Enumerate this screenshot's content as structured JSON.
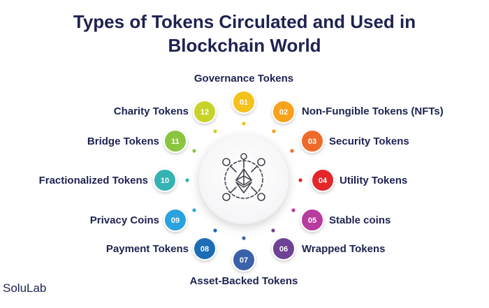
{
  "title_line1": "Types of Tokens Circulated and Used in",
  "title_line2": "Blockchain World",
  "brand": "SoluLab",
  "center_icon": "ethereum-network-icon",
  "tokens": [
    {
      "num": "01",
      "label": "Governance Tokens",
      "color": "#f5c11b"
    },
    {
      "num": "02",
      "label": "Non-Fungible Tokens (NFTs)",
      "color": "#f7a21b"
    },
    {
      "num": "03",
      "label": "Security Tokens",
      "color": "#ef6a2a"
    },
    {
      "num": "04",
      "label": "Utility Tokens",
      "color": "#e4262b"
    },
    {
      "num": "05",
      "label": "Stable coins",
      "color": "#b83a9e"
    },
    {
      "num": "06",
      "label": "Wrapped Tokens",
      "color": "#6e4394"
    },
    {
      "num": "07",
      "label": "Asset-Backed Tokens",
      "color": "#3a62a8"
    },
    {
      "num": "08",
      "label": "Payment Tokens",
      "color": "#1d6db5"
    },
    {
      "num": "09",
      "label": "Privacy Coins",
      "color": "#2aa3dc"
    },
    {
      "num": "10",
      "label": "Fractionalized Tokens",
      "color": "#34b3b2"
    },
    {
      "num": "11",
      "label": "Bridge Tokens",
      "color": "#8bc541"
    },
    {
      "num": "12",
      "label": "Charity Tokens",
      "color": "#c8d32c"
    }
  ]
}
